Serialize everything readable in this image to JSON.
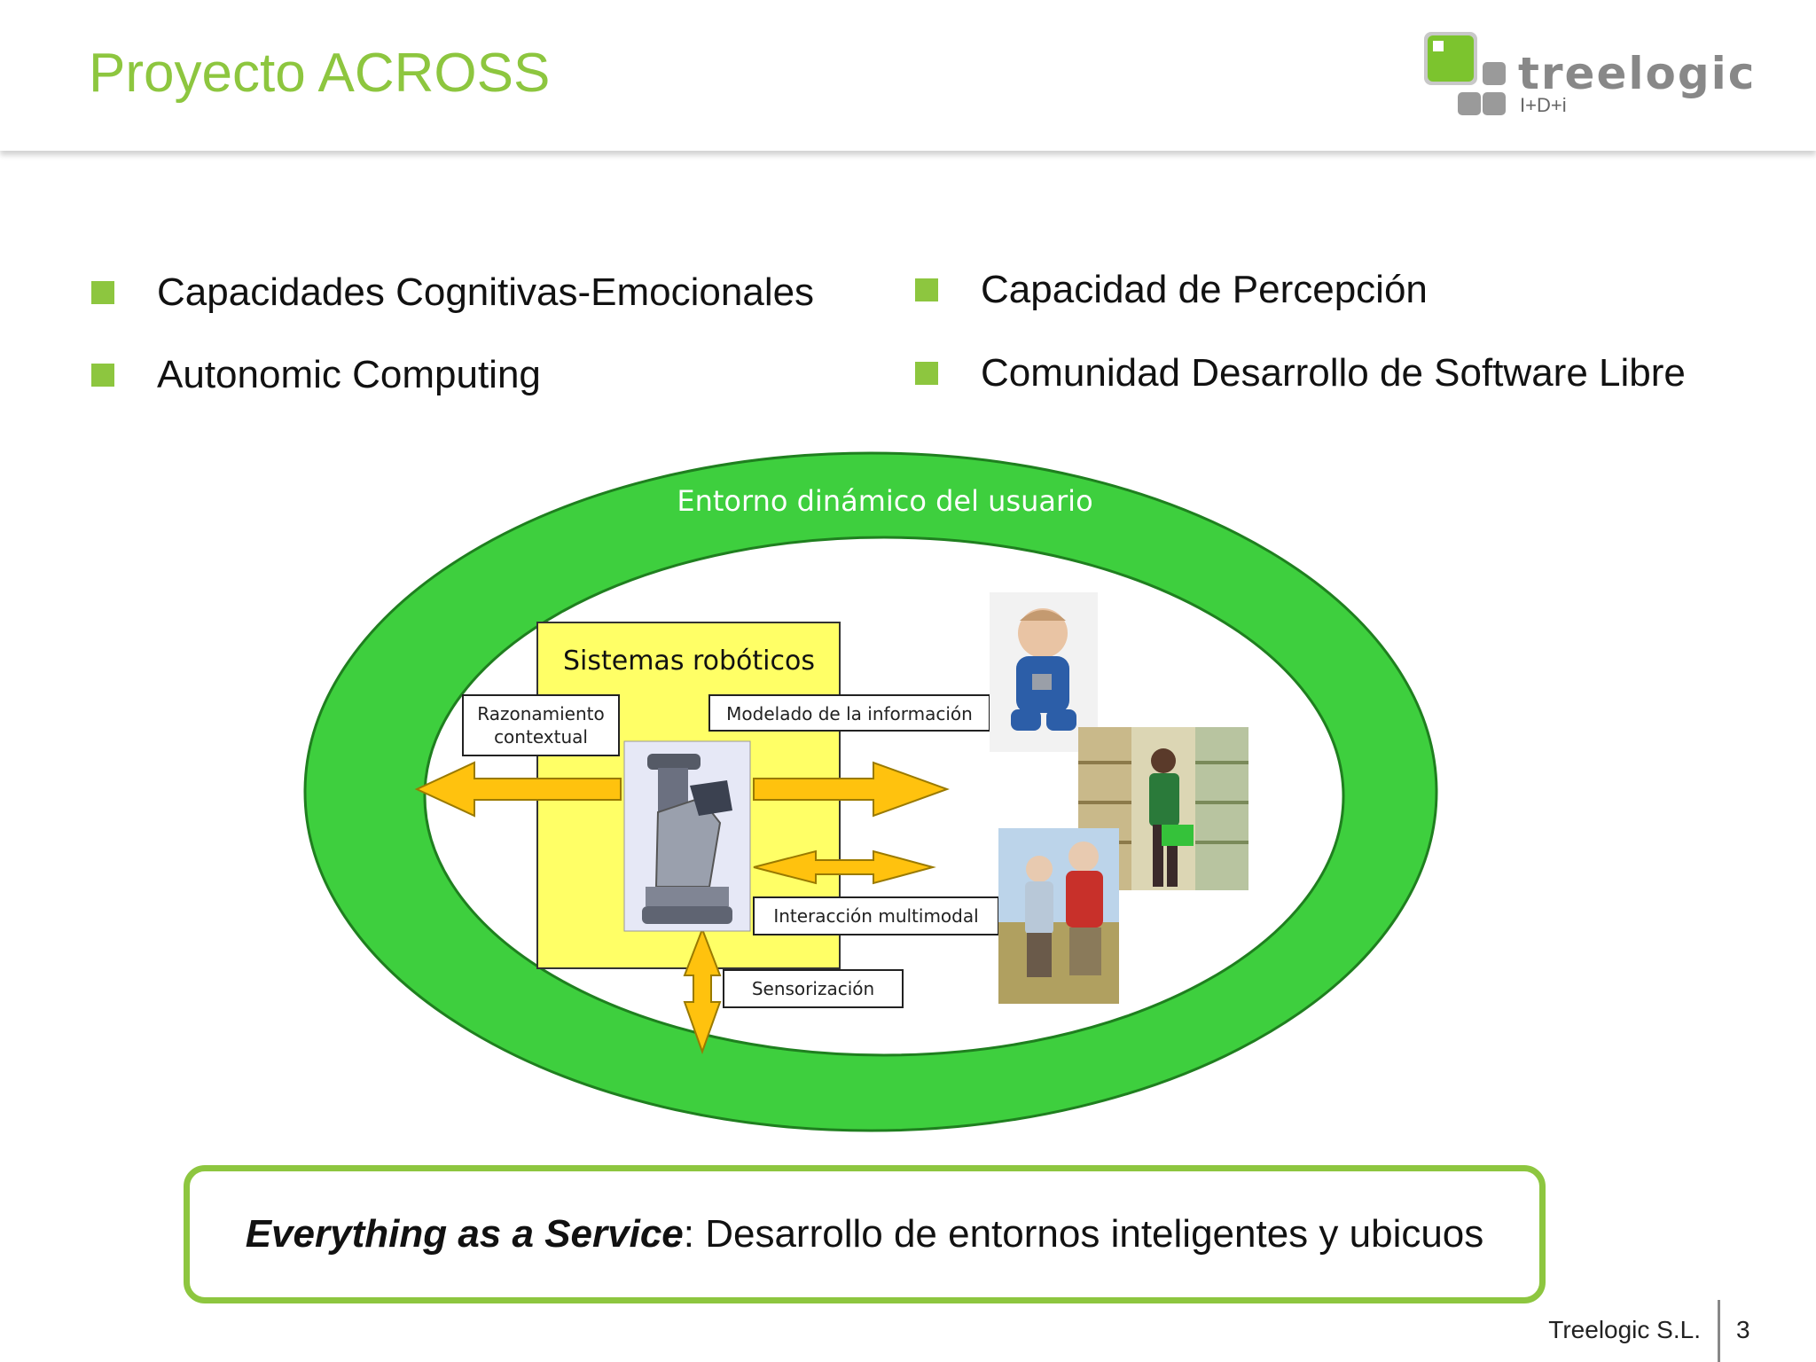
{
  "slide": {
    "title": "Proyecto ACROSS",
    "logo": {
      "name": "treelogic",
      "subtitle": "I+D+i"
    },
    "bullets_left": [
      "Capacidades Cognitivas-Emocionales",
      "Autonomic Computing"
    ],
    "bullets_right": [
      "Capacidad de Percepción",
      "Comunidad Desarrollo de Software Libre"
    ],
    "diagram": {
      "outer_label": "Entorno dinámico del usuario",
      "inner_box_label": "Sistemas robóticos",
      "labels": {
        "reasoning_line1": "Razonamiento",
        "reasoning_line2": "contextual",
        "modeling": "Modelado de la información",
        "interaction": "Interacción multimodal",
        "sensing": "Sensorización"
      }
    },
    "tagline": {
      "emphasis": "Everything as a Service",
      "rest": ": Desarrollo de entornos inteligentes y ubicuos"
    },
    "footer": {
      "company": "Treelogic S.L.",
      "page": "3"
    },
    "colors": {
      "accent": "#8dc63f",
      "ring": "#3ecf3e",
      "box": "#ffff66",
      "arrow": "#ffc20e"
    }
  }
}
